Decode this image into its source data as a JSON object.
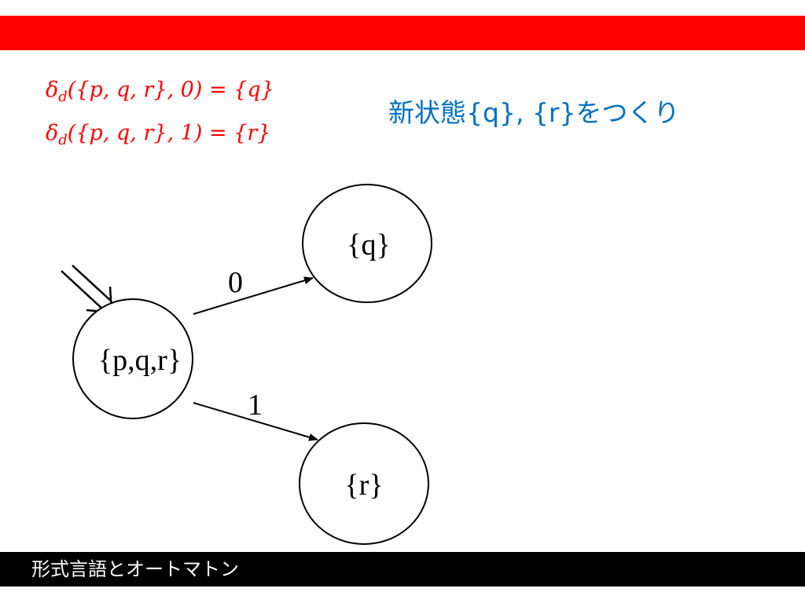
{
  "header": {
    "accent_color": "#ff0000"
  },
  "formulas": {
    "color": "#ff0000",
    "line1": {
      "delta": "δ",
      "sub": "d",
      "rest": "({p, q, r}, 0) =  {q}"
    },
    "line2": {
      "delta": "δ",
      "sub": "d",
      "rest": "({p, q, r}, 1) =  {r}"
    }
  },
  "note": {
    "text": "新状態{q}, {r}をつくり",
    "color": "#0070c0"
  },
  "diagram": {
    "states": [
      {
        "id": "pqr",
        "label": "{p,q,r}",
        "initial": true
      },
      {
        "id": "q",
        "label": "{q}"
      },
      {
        "id": "r",
        "label": "{r}"
      }
    ],
    "transitions": [
      {
        "from": "pqr",
        "to": "q",
        "label": "0"
      },
      {
        "from": "pqr",
        "to": "r",
        "label": "1"
      }
    ]
  },
  "footer": {
    "title": "形式言語とオートマトン"
  }
}
